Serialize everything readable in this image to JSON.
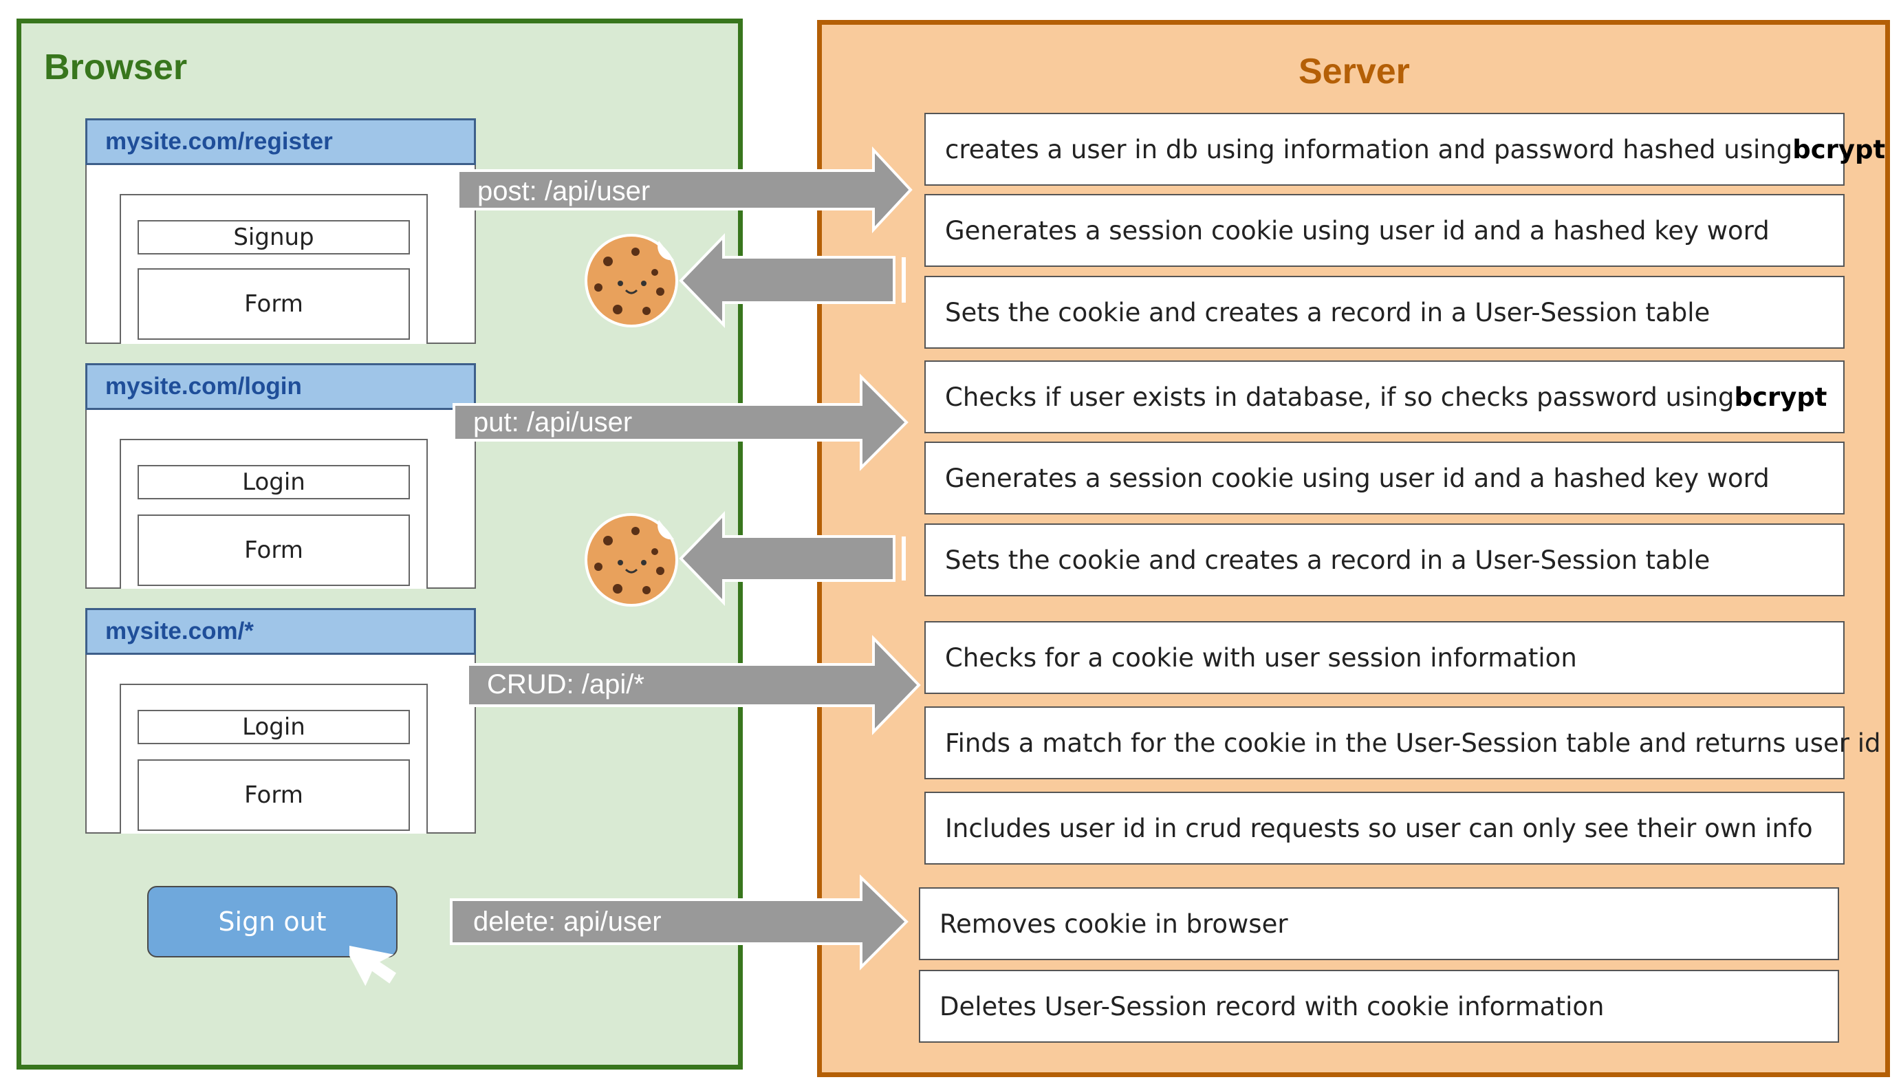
{
  "colors": {
    "browser_fill": "#d9ead3",
    "browser_border": "#38761d",
    "server_fill": "#f9cb9c",
    "server_border": "#b45f06",
    "url_bar": "#9fc5e8",
    "arrow": "#999999",
    "signout_button": "#6fa8dc"
  },
  "browser": {
    "title": "Browser",
    "pages": [
      {
        "url": "mysite.com/register",
        "fields": [
          "Signup",
          "Form"
        ]
      },
      {
        "url": "mysite.com/login",
        "fields": [
          "Login",
          "Form"
        ]
      },
      {
        "url": "mysite.com/*",
        "fields": [
          "Login",
          "Form"
        ]
      }
    ],
    "signout_label": "Sign out"
  },
  "server": {
    "title": "Server",
    "steps": [
      {
        "text": "creates a user in db using information and password hashed using ",
        "bold": "bcrypt"
      },
      {
        "text": "Generates a session cookie using user id and a hashed key word",
        "bold": ""
      },
      {
        "text": "Sets the cookie and creates a record in a User-Session table",
        "bold": ""
      },
      {
        "text": "Checks if user exists in database, if so checks password using ",
        "bold": "bcrypt"
      },
      {
        "text": "Generates a session cookie using user id and a hashed key word",
        "bold": ""
      },
      {
        "text": "Sets the cookie and creates a record in a User-Session table",
        "bold": ""
      },
      {
        "text": "Checks for a cookie with user session information",
        "bold": ""
      },
      {
        "text": "Finds a match for the cookie in the User-Session table and returns user id",
        "bold": ""
      },
      {
        "text": "Includes user id in crud requests so user can only see their own info",
        "bold": ""
      },
      {
        "text": "Removes cookie in browser",
        "bold": ""
      },
      {
        "text": "Deletes User-Session record with cookie information",
        "bold": ""
      }
    ]
  },
  "requests": [
    {
      "label": "post: /api/user"
    },
    {
      "label": "put: /api/user"
    },
    {
      "label": "CRUD: /api/*"
    },
    {
      "label": "delete: api/user"
    }
  ],
  "icons": {
    "cookie": "cookie-icon",
    "cursor": "mouse-pointer-icon"
  }
}
